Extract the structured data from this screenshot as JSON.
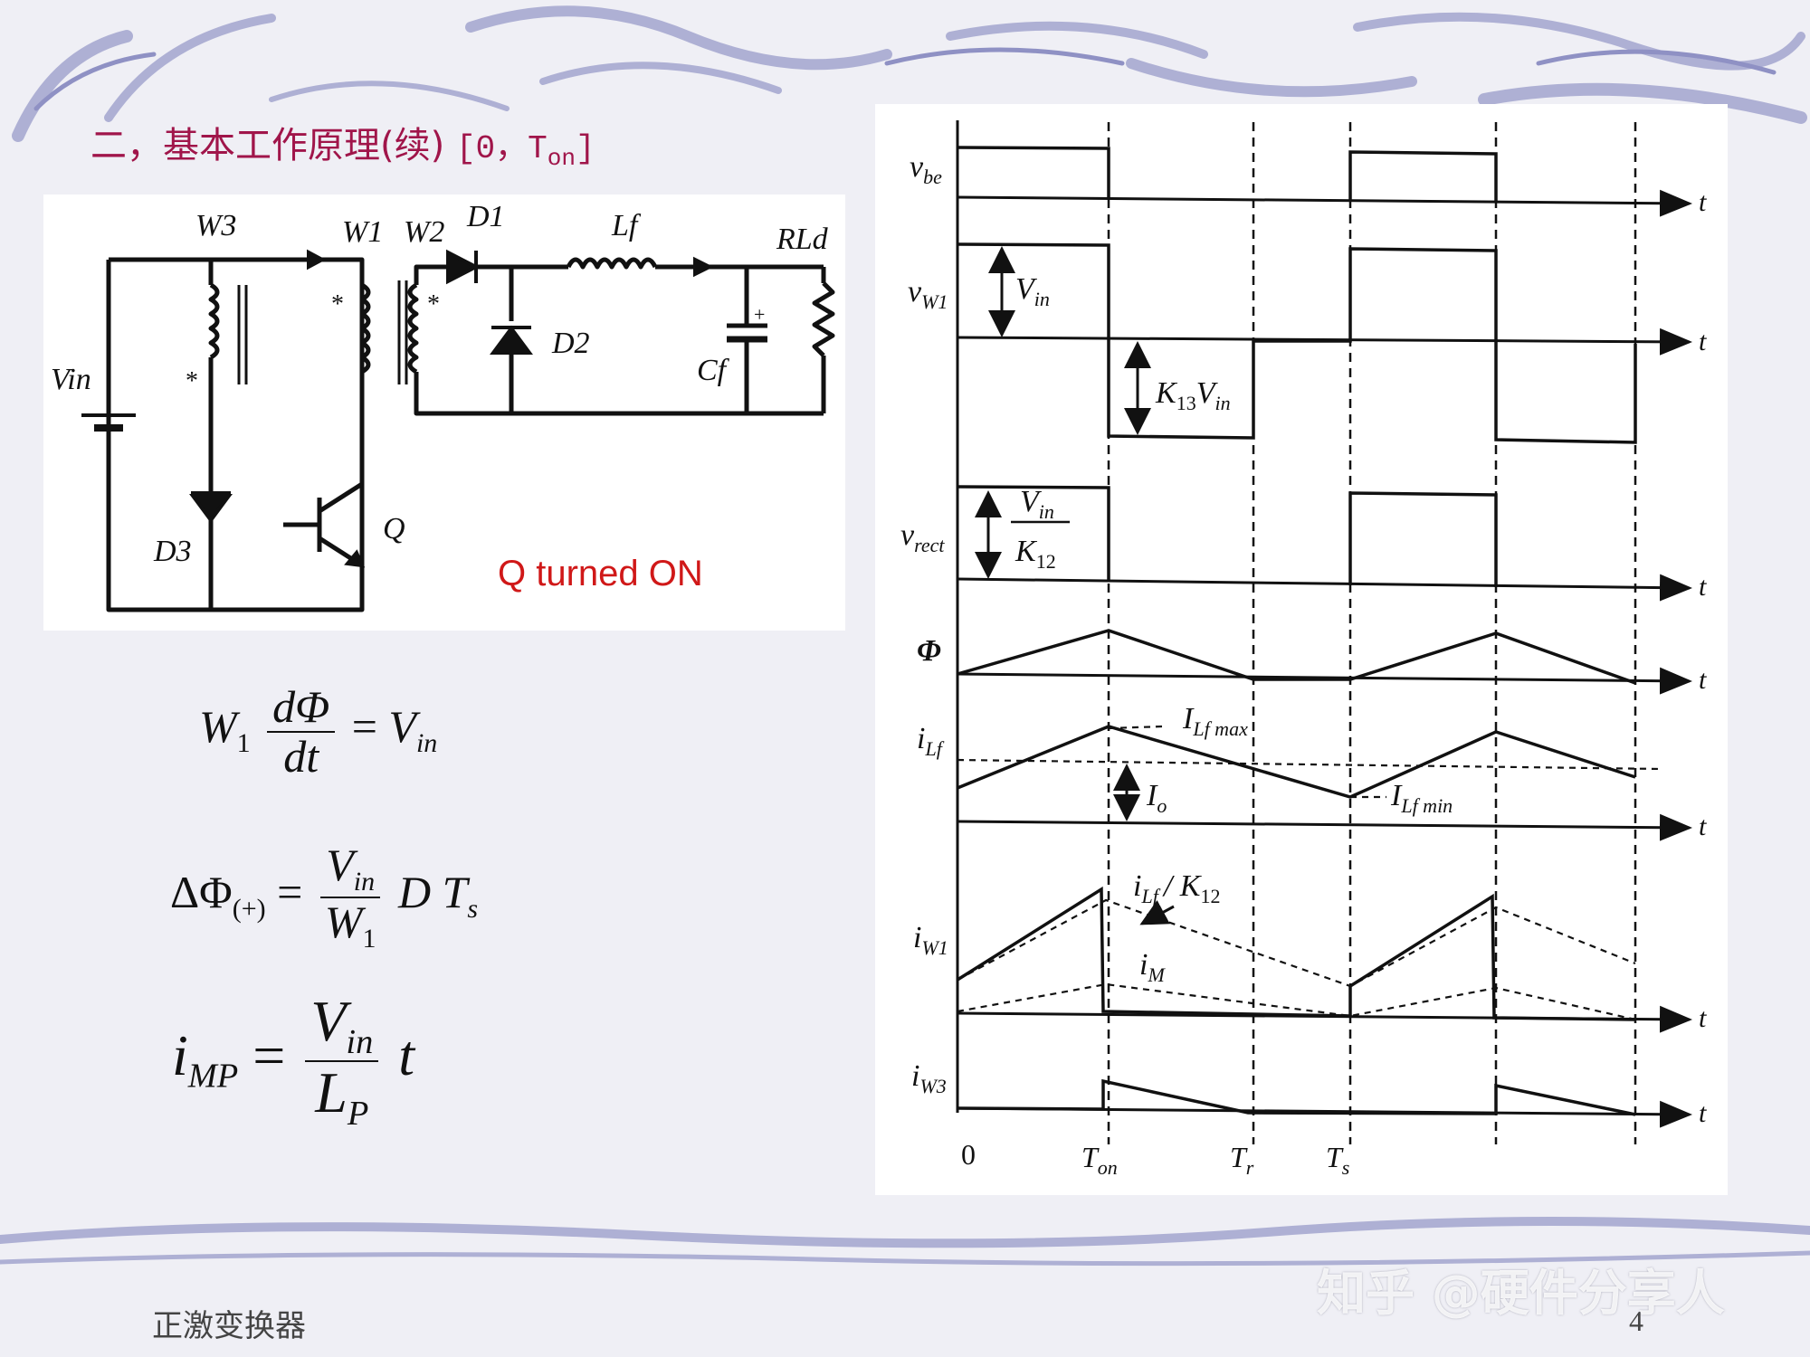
{
  "slide": {
    "title": "二，基本工作原理(续)",
    "title_bracket": "[0，T",
    "title_sub": "on",
    "title_close": "]",
    "footer_left": "正激变换器",
    "footer_page": "4",
    "watermark": "知乎 @硬件分享人"
  },
  "circuit": {
    "labels": {
      "w3": "W3",
      "w1": "W1",
      "w2": "W2",
      "d1": "D1",
      "lf": "Lf",
      "rld": "RLd",
      "vin": "Vin",
      "d2": "D2",
      "cf": "Cf",
      "d3": "D3",
      "q": "Q",
      "dot": "*",
      "plus": "+"
    },
    "state_label": "Q turned ON"
  },
  "equations": {
    "eq1": {
      "lhs_w": "W",
      "lhs_sub": "1",
      "num": "dΦ",
      "den": "dt",
      "equals": "=",
      "rhs": "V",
      "rhs_sub": "in"
    },
    "eq2": {
      "lhs": "ΔΦ",
      "lhs_sub": "(+)",
      "equals": "=",
      "num": "V",
      "num_sub": "in",
      "den": "W",
      "den_sub": "1",
      "rhs": "D T",
      "rhs_sub": "s"
    },
    "eq3": {
      "lhs": "i",
      "lhs_sub": "MP",
      "equals": "=",
      "num": "V",
      "num_sub": "in",
      "den": "L",
      "den_sub": "P",
      "rhs": "t"
    }
  },
  "waveforms": {
    "rows": {
      "vbe": "v",
      "vbe_sub": "be",
      "vw1": "v",
      "vw1_sub": "W1",
      "vrect": "v",
      "vrect_sub": "rect",
      "phi": "Φ",
      "ilf": "i",
      "ilf_sub": "Lf",
      "iw1": "i",
      "iw1_sub": "W1",
      "iw3": "i",
      "iw3_sub": "W3"
    },
    "t_label": "t",
    "annotations": {
      "vin": "V",
      "vin_sub": "in",
      "k13": "K",
      "k13_sub": "13",
      "k13_tail": "V",
      "k13_tail_sub": "in",
      "frac_num": "V",
      "frac_num_sub": "in",
      "frac_den": "K",
      "frac_den_sub": "12",
      "ilfmax": "I",
      "ilfmax_sub": "Lf max",
      "io": "I",
      "io_sub": "o",
      "ilfmin": "I",
      "ilfmin_sub": "Lf min",
      "ilf_k12": "i",
      "ilf_k12_sub": "Lf",
      "ilf_k12_tail": "/ K",
      "ilf_k12_tail_sub": "12",
      "im": "i",
      "im_sub": "M"
    },
    "time_ticks": {
      "zero": "0",
      "ton": "T",
      "ton_sub": "on",
      "tr": "T",
      "tr_sub": "r",
      "ts": "T",
      "ts_sub": "s"
    }
  }
}
